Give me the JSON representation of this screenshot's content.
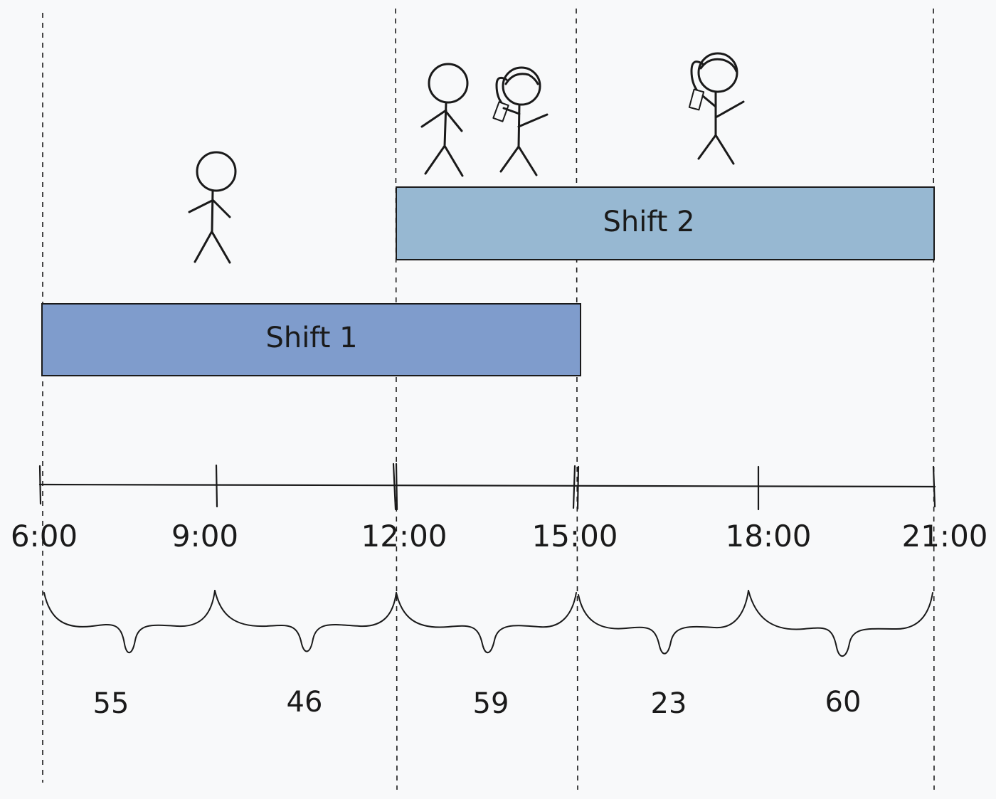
{
  "colors": {
    "background": "#f8f9fa",
    "ink": "#1a1a1a",
    "shift1_fill": "#7f9ccc",
    "shift2_fill": "#97b8d2"
  },
  "shifts": [
    {
      "label": "Shift 1",
      "start": "6:00",
      "end": "15:00",
      "staff_icons": [
        "person-icon"
      ]
    },
    {
      "label": "Shift 2",
      "start": "12:00",
      "end": "21:00",
      "staff_icons": [
        "person-icon",
        "person-with-ponytail-icon",
        "person-with-ponytail-icon"
      ]
    }
  ],
  "timeline": {
    "ticks": [
      "6:00",
      "9:00",
      "12:00",
      "15:00",
      "18:00",
      "21:00"
    ]
  },
  "demand": {
    "intervals": [
      {
        "from": "6:00",
        "to": "9:00",
        "value": "55"
      },
      {
        "from": "9:00",
        "to": "12:00",
        "value": "46"
      },
      {
        "from": "12:00",
        "to": "15:00",
        "value": "59"
      },
      {
        "from": "15:00",
        "to": "18:00",
        "value": "23"
      },
      {
        "from": "18:00",
        "to": "21:00",
        "value": "60"
      }
    ]
  }
}
